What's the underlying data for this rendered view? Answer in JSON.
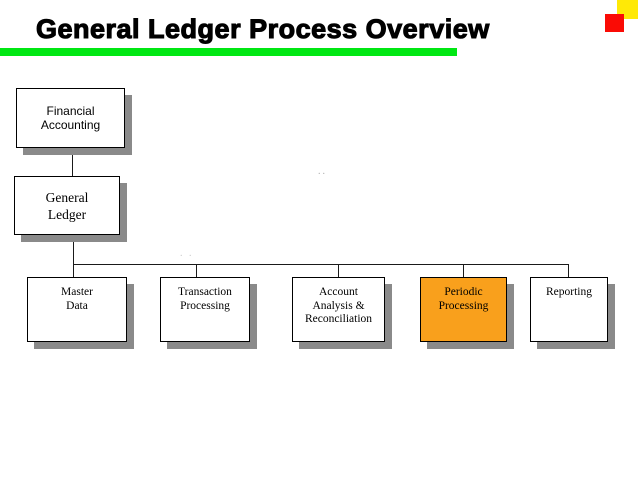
{
  "header": {
    "title": "General Ledger Process Overview",
    "underline_color": "#00e713",
    "corner_squares": {
      "yellow": "#ffe906",
      "red": "#fa0b05"
    }
  },
  "diagram": {
    "shadow_color": "#8a8a8a",
    "highlight_color": "#f9a01c",
    "financial_accounting": {
      "label": "Financial\nAccounting"
    },
    "general_ledger": {
      "label": "General\nLedger"
    },
    "level3": [
      {
        "id": "master-data",
        "label": "Master\nData",
        "fill": "#ffffff"
      },
      {
        "id": "transaction-processing",
        "label": "Transaction\nProcessing",
        "fill": "#ffffff"
      },
      {
        "id": "account-analysis-reconciliation",
        "label": "Account\nAnalysis &\nReconciliation",
        "fill": "#ffffff"
      },
      {
        "id": "periodic-processing",
        "label": "Periodic\nProcessing",
        "fill": "#f9a01c"
      },
      {
        "id": "reporting",
        "label": "Reporting",
        "fill": "#ffffff"
      }
    ],
    "artifacts": {
      "upper_dots": "..",
      "lower_dots": ". ."
    }
  }
}
